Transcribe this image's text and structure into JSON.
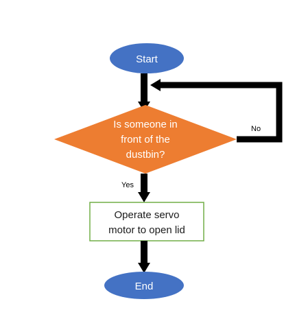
{
  "colors": {
    "terminal_fill": "#4472C4",
    "decision_fill": "#ED7D31",
    "process_border": "#70AD47",
    "process_fill": "#FFFFFF",
    "connector": "#000000",
    "terminal_text": "#FFFFFF",
    "process_text": "#1A1A1A"
  },
  "nodes": {
    "start": {
      "shape": "ellipse",
      "label": "Start"
    },
    "decision": {
      "shape": "diamond",
      "lines": [
        "Is someone in",
        "front of the",
        "dustbin?"
      ]
    },
    "process": {
      "shape": "rectangle",
      "lines": [
        "Operate servo",
        "motor to open lid"
      ]
    },
    "end": {
      "shape": "ellipse",
      "label": "End"
    }
  },
  "edges": {
    "yes_label": "Yes",
    "no_label": "No"
  }
}
